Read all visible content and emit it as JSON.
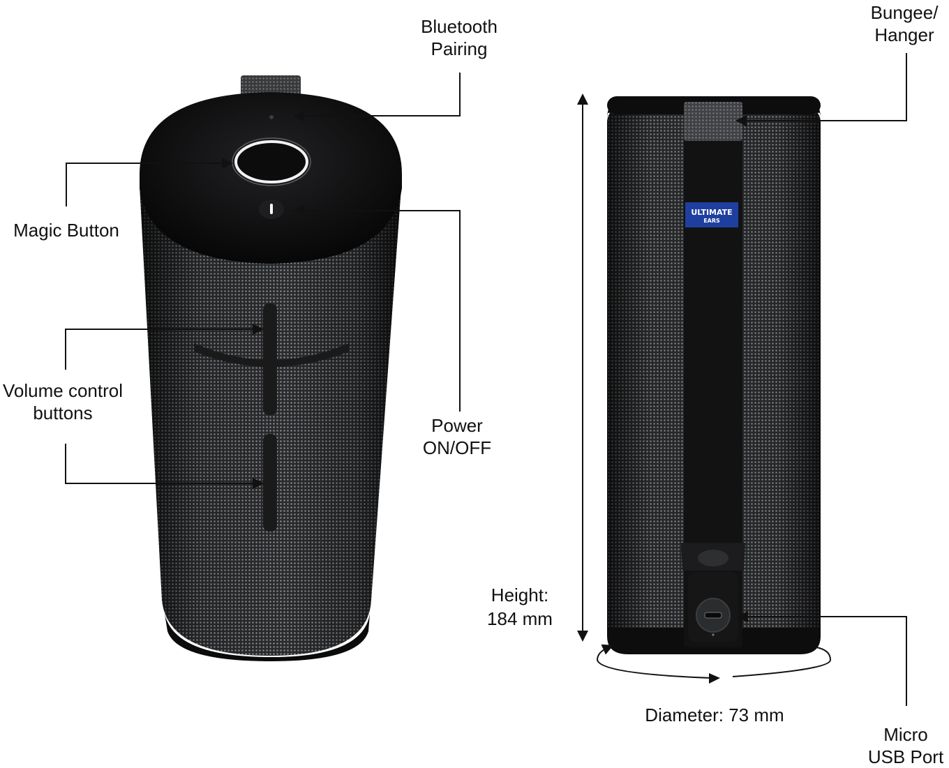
{
  "labels": {
    "bluetooth": [
      "Bluetooth",
      "Pairing"
    ],
    "magic": "Magic Button",
    "volume": [
      "Volume control",
      "buttons"
    ],
    "power": [
      "Power",
      "ON/OFF"
    ],
    "bungee": [
      "Bungee/",
      "Hanger"
    ],
    "height": [
      "Height:",
      "184 mm"
    ],
    "diameter": "Diameter: 73 mm",
    "usb": [
      "Micro",
      "USB Port"
    ]
  },
  "brand": {
    "line1": "ULTIMATE",
    "line2": "EARS",
    "color": "#1f3fa0"
  },
  "colors": {
    "speaker_body": "#2b2c2e",
    "speaker_top": "#0e0e0f",
    "accent_ring": "#f2f2f2",
    "line": "#111111"
  }
}
